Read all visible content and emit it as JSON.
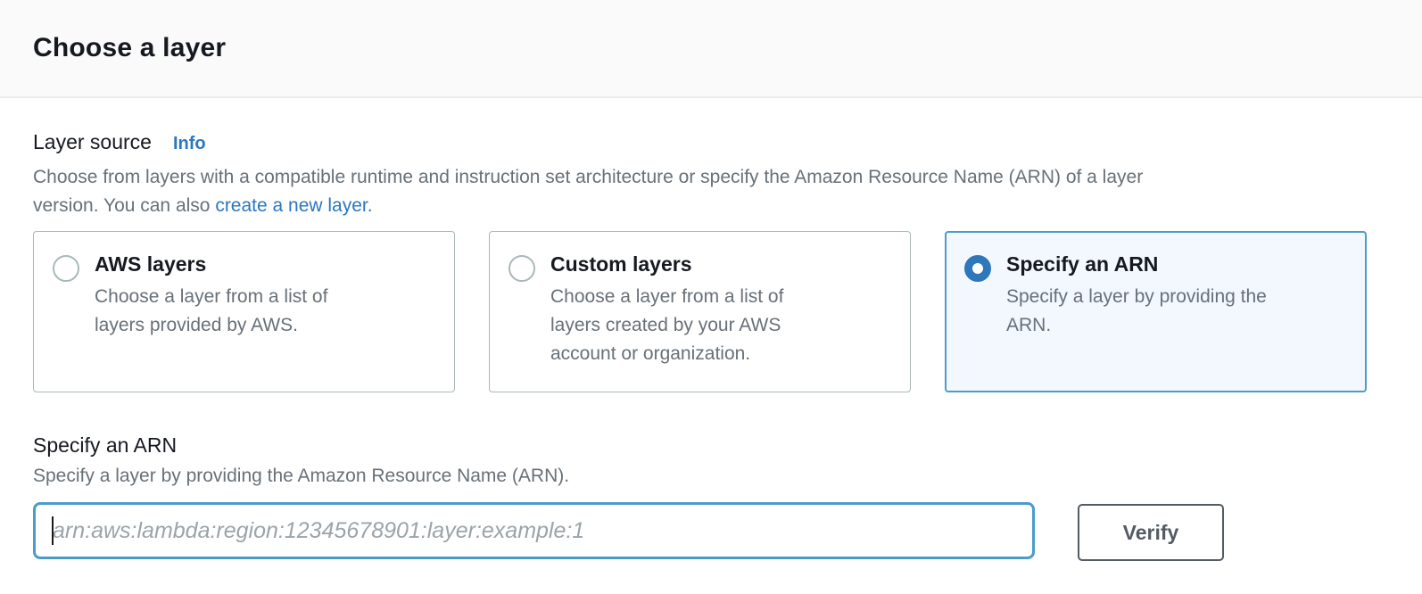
{
  "header": {
    "title": "Choose a layer"
  },
  "layer_source": {
    "label": "Layer source",
    "info_link": "Info",
    "description_line1": "Choose from layers with a compatible runtime and instruction set architecture or specify the Amazon Resource Name (ARN) of a layer",
    "description_line2_prefix": "version. You can also ",
    "link_text": "create a new layer."
  },
  "tiles": [
    {
      "title": "AWS layers",
      "selected": false,
      "description_lines": [
        "Choose a layer from a list of",
        "layers provided by AWS."
      ]
    },
    {
      "title": "Custom layers",
      "selected": false,
      "description_lines": [
        "Choose a layer from a list of",
        "layers created by your AWS",
        "account or organization."
      ]
    },
    {
      "title": "Specify an ARN",
      "selected": true,
      "description_lines": [
        "Specify a layer by providing the",
        "ARN."
      ]
    }
  ],
  "arn_section": {
    "label": "Specify an ARN",
    "description": "Specify a layer by providing the Amazon Resource Name (ARN).",
    "input_value": "",
    "input_placeholder": "arn:aws:lambda:region:12345678901:layer:example:1",
    "verify_button": "Verify"
  },
  "colors": {
    "header_bg": "#fafafa",
    "divider": "#eaeded",
    "text_dark": "#16191f",
    "text_gray": "#687078",
    "link_blue": "#2b77c0",
    "selected_border_blue": "#4b9cc9",
    "selected_tile_bg": "#f2f8fd",
    "radio_checked_blue": "#2e77bb",
    "radio_unchecked_border": "#aab7b8",
    "button_border_gray": "#545b64"
  }
}
